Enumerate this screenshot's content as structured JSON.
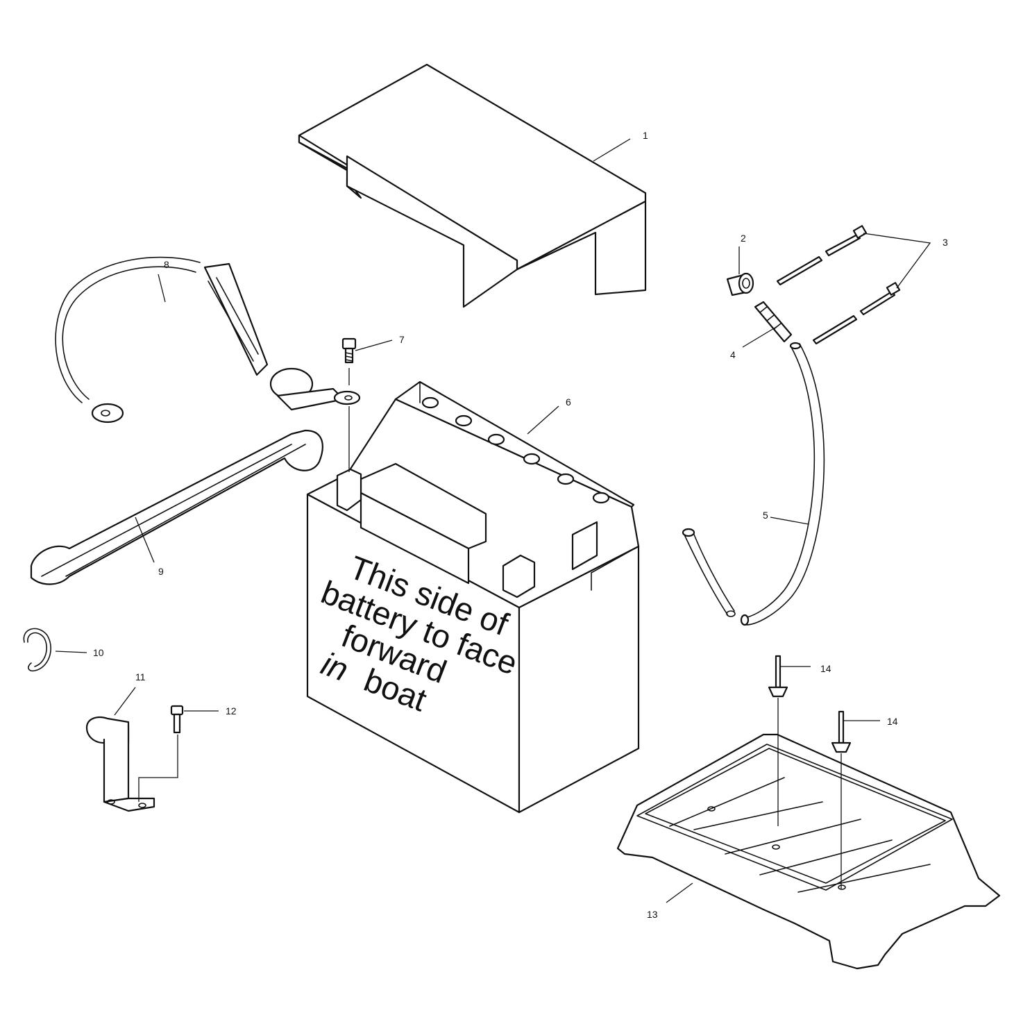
{
  "callouts": [
    {
      "id": "1",
      "text": "1"
    },
    {
      "id": "2",
      "text": "2"
    },
    {
      "id": "3",
      "text": "3"
    },
    {
      "id": "4",
      "text": "4"
    },
    {
      "id": "5",
      "text": "5"
    },
    {
      "id": "6",
      "text": "6"
    },
    {
      "id": "7",
      "text": "7"
    },
    {
      "id": "8",
      "text": "8"
    },
    {
      "id": "9",
      "text": "9"
    },
    {
      "id": "10",
      "text": "10"
    },
    {
      "id": "11",
      "text": "11"
    },
    {
      "id": "12",
      "text": "12"
    },
    {
      "id": "13",
      "text": "13"
    },
    {
      "id": "14a",
      "text": "14"
    },
    {
      "id": "14b",
      "text": "14"
    }
  ],
  "battery_label": {
    "line1": "This side of",
    "line2": "battery to face",
    "line3": "forward",
    "line4_a": "in",
    "line4_b": "boat"
  }
}
